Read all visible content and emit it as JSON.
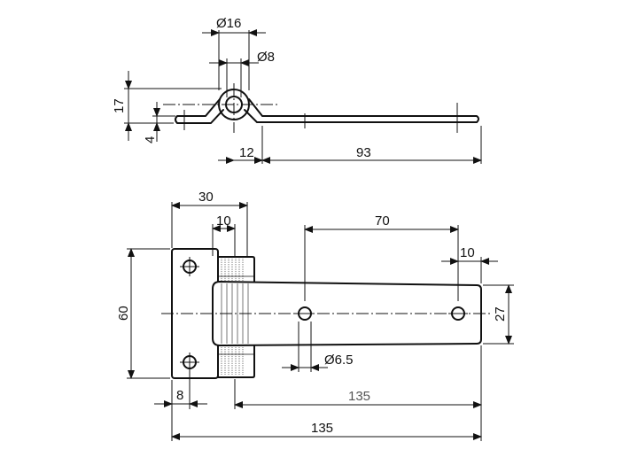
{
  "side_view": {
    "dim_hinge_outer": "Ø16",
    "dim_pin": "Ø8",
    "dim_height": "17",
    "dim_thickness": "4",
    "dim_offset": "12",
    "dim_leaf_length": "93"
  },
  "top_view": {
    "dim_flange_width": "30",
    "dim_knuckle_width": "10",
    "dim_hole_spacing": "70",
    "dim_hole_edge": "10",
    "dim_flange_height": "60",
    "dim_leaf_height": "27",
    "dim_edge_offset": "8",
    "dim_hole_dia": "Ø6.5",
    "dim_leaf_total": "135",
    "dim_overall": "135"
  }
}
